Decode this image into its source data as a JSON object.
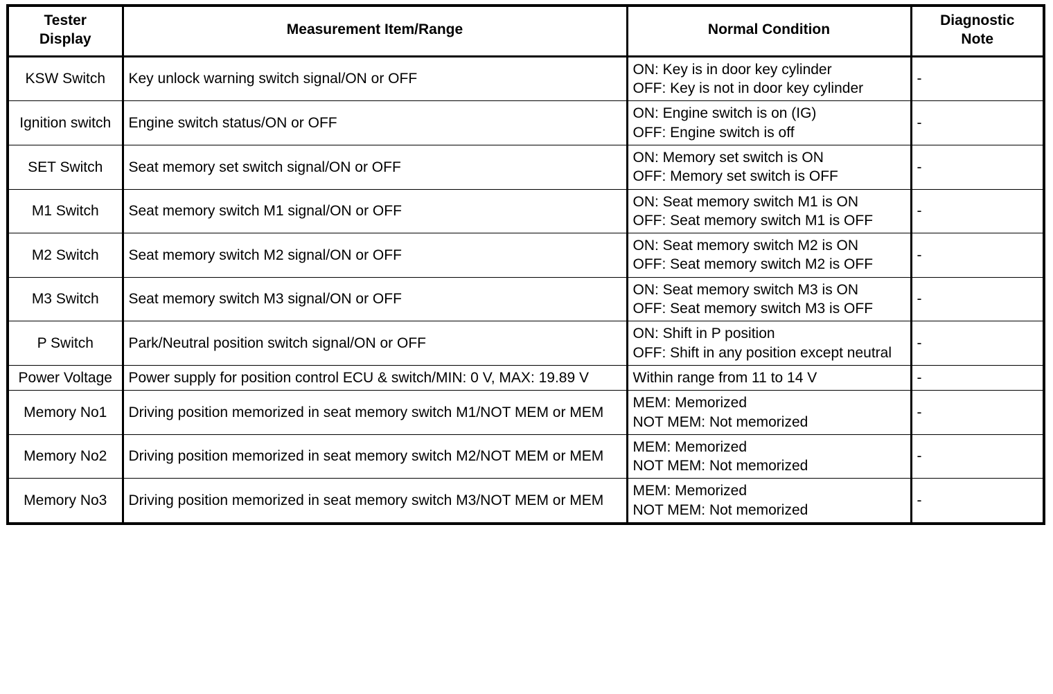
{
  "table": {
    "columns": [
      {
        "id": "tester_display",
        "label_line1": "Tester",
        "label_line2": "Display"
      },
      {
        "id": "measurement",
        "label_line1": "Measurement Item/Range",
        "label_line2": ""
      },
      {
        "id": "normal_condition",
        "label_line1": "Normal Condition",
        "label_line2": ""
      },
      {
        "id": "diagnostic_note",
        "label_line1": "Diagnostic",
        "label_line2": "Note"
      }
    ],
    "rows": [
      {
        "tester_display": "KSW Switch",
        "measurement": "Key unlock warning switch signal/ON or OFF",
        "normal_condition_line1": "ON: Key is in door key cylinder",
        "normal_condition_line2": "OFF: Key is not in door key cylinder",
        "diagnostic_note": "-"
      },
      {
        "tester_display": "Ignition switch",
        "measurement": "Engine switch status/ON or OFF",
        "normal_condition_line1": "ON: Engine switch is on (IG)",
        "normal_condition_line2": "OFF: Engine switch is off",
        "diagnostic_note": "-"
      },
      {
        "tester_display": "SET Switch",
        "measurement": "Seat memory set switch signal/ON or OFF",
        "normal_condition_line1": "ON: Memory set switch is ON",
        "normal_condition_line2": "OFF: Memory set switch is OFF",
        "diagnostic_note": "-"
      },
      {
        "tester_display": "M1 Switch",
        "measurement": "Seat memory switch M1 signal/ON or OFF",
        "normal_condition_line1": "ON: Seat memory switch M1 is ON",
        "normal_condition_line2": "OFF: Seat memory switch M1 is OFF",
        "diagnostic_note": "-"
      },
      {
        "tester_display": "M2 Switch",
        "measurement": "Seat memory switch M2 signal/ON or OFF",
        "normal_condition_line1": "ON: Seat memory switch M2 is ON",
        "normal_condition_line2": "OFF: Seat memory switch M2 is OFF",
        "diagnostic_note": "-"
      },
      {
        "tester_display": "M3 Switch",
        "measurement": "Seat memory switch M3 signal/ON or OFF",
        "normal_condition_line1": "ON: Seat memory switch M3 is ON",
        "normal_condition_line2": "OFF: Seat memory switch M3 is OFF",
        "diagnostic_note": "-"
      },
      {
        "tester_display": "P Switch",
        "measurement": "Park/Neutral position switch signal/ON or OFF",
        "normal_condition_line1": "ON: Shift in P position",
        "normal_condition_line2": "OFF: Shift in any position except neutral",
        "diagnostic_note": "-"
      },
      {
        "tester_display": "Power Voltage",
        "measurement": "Power supply for position control ECU & switch/MIN: 0 V, MAX: 19.89 V",
        "normal_condition_line1": "Within range from 11 to 14 V",
        "normal_condition_line2": "",
        "diagnostic_note": "-"
      },
      {
        "tester_display": "Memory No1",
        "measurement": "Driving position memorized in seat memory switch M1/NOT MEM or MEM",
        "normal_condition_line1": "MEM: Memorized",
        "normal_condition_line2": "NOT MEM: Not memorized",
        "diagnostic_note": "-"
      },
      {
        "tester_display": "Memory No2",
        "measurement": "Driving position memorized in seat memory switch M2/NOT MEM or MEM",
        "normal_condition_line1": "MEM: Memorized",
        "normal_condition_line2": "NOT MEM: Not memorized",
        "diagnostic_note": "-"
      },
      {
        "tester_display": "Memory No3",
        "measurement": "Driving position memorized in seat memory switch M3/NOT MEM or MEM",
        "normal_condition_line1": "MEM: Memorized",
        "normal_condition_line2": "NOT MEM: Not memorized",
        "diagnostic_note": "-"
      }
    ]
  }
}
